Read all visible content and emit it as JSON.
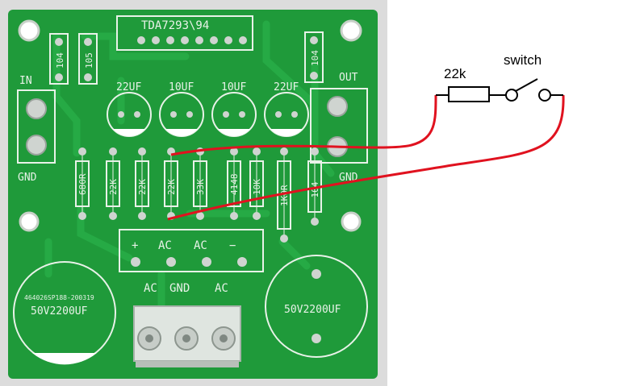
{
  "photo": {
    "background": "#dcdcdc",
    "pcb_color": "#1f9a3a",
    "trace_color": "#26aa45",
    "pad_color": "#cfd4d0",
    "silk_color": "#e8f2e8",
    "chip_label": "TDA7293\\94",
    "header_labels": {
      "in": "IN",
      "out": "OUT",
      "gnd_left": "GND",
      "gnd_right": "GND"
    },
    "caps_104": [
      "104",
      "105",
      "104"
    ],
    "electrolytics": [
      "22UF",
      "10UF",
      "10UF",
      "22UF"
    ],
    "resistors": [
      "680R",
      "22K",
      "22K",
      "22K",
      "33K",
      "4148",
      "10K",
      "1K0R",
      "104"
    ],
    "power_labels": {
      "plus": "+",
      "ac1": "AC",
      "ac2": "AC",
      "minus": "−"
    },
    "bottom_labels": {
      "ac_left": "AC",
      "gnd": "GND",
      "ac_right": "AC"
    },
    "big_caps": {
      "left_code": "464026SP188-200319",
      "left_value": "50V2200UF",
      "right_value": "50V2200UF"
    }
  },
  "annotation": {
    "wire_color": "#e0121f",
    "line_color": "#000000",
    "resistor_label": "22k",
    "switch_label": "switch"
  }
}
